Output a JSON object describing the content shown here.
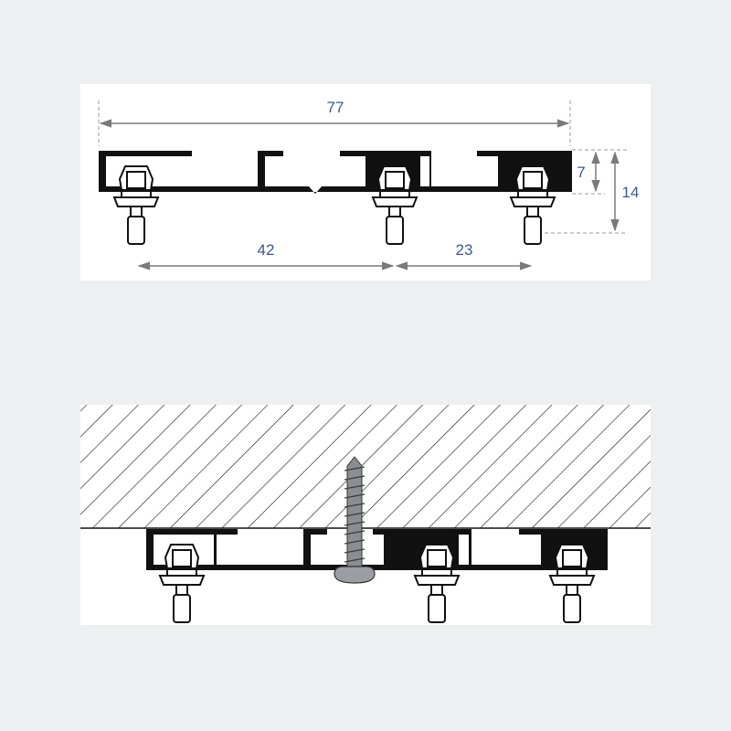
{
  "dimensions": {
    "overall_width": "77",
    "height_inner": "7",
    "height_total": "14",
    "spacing_left": "42",
    "spacing_right": "23"
  },
  "colors": {
    "background": "#eeeff1",
    "panel": "#ffffff",
    "profile": "#111111",
    "dimension_line": "#7a7a7a",
    "dimension_text": "#3a5a8c",
    "hatch": "#222222"
  }
}
